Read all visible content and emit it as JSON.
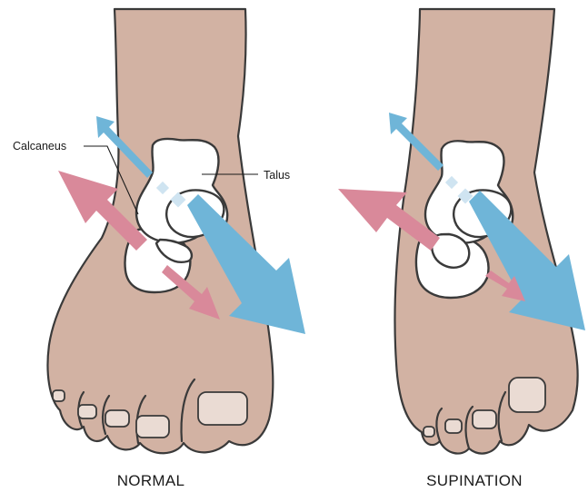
{
  "panels": [
    {
      "caption": "NORMAL"
    },
    {
      "caption": "SUPINATION"
    }
  ],
  "labels": {
    "calcaneus": "Calcaneus",
    "talus": "Talus"
  },
  "colors": {
    "skin": "#d2b2a3",
    "outline": "#3a3a3a",
    "nail": "#eadbd3",
    "bone": "#ffffff",
    "blue_arrow": "#6fb5d8",
    "pink_arrow": "#d9899a",
    "joint_highlight": "#cfe4f1"
  }
}
